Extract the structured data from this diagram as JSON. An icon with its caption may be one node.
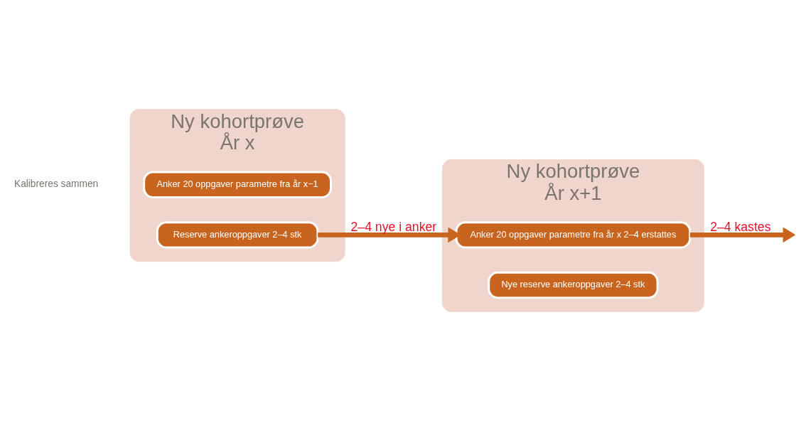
{
  "diagram": {
    "nodes": [
      {
        "text": [
          "Ny kohortprøve",
          "År x"
        ]
      },
      {
        "text": [
          "Anker 20 oppgaver parametre fra år x−1"
        ],
        "in": 0
      },
      {
        "text": [
          "Reserve ankeroppgaver 2–4 stk"
        ],
        "in": 0
      },
      {
        "text": [
          "Ny kohortprøve",
          "År x+1"
        ]
      },
      {
        "text": [
          "Anker 20 oppgaver parametre fra år x 2–4 erstattes"
        ],
        "in": 3
      },
      {
        "text": [
          "Nye reserve ankeroppgaver 2–4 stk"
        ],
        "in": 3
      }
    ],
    "edges": [
      {
        "from": 2,
        "to": 4,
        "arrow": "to",
        "label": "2–4 nye i anker"
      },
      {
        "from": 4,
        "to": null,
        "arrow": "to",
        "label": "2–4 kastes"
      }
    ],
    "labels": [
      "Kalibreres sammen"
    ]
  }
}
